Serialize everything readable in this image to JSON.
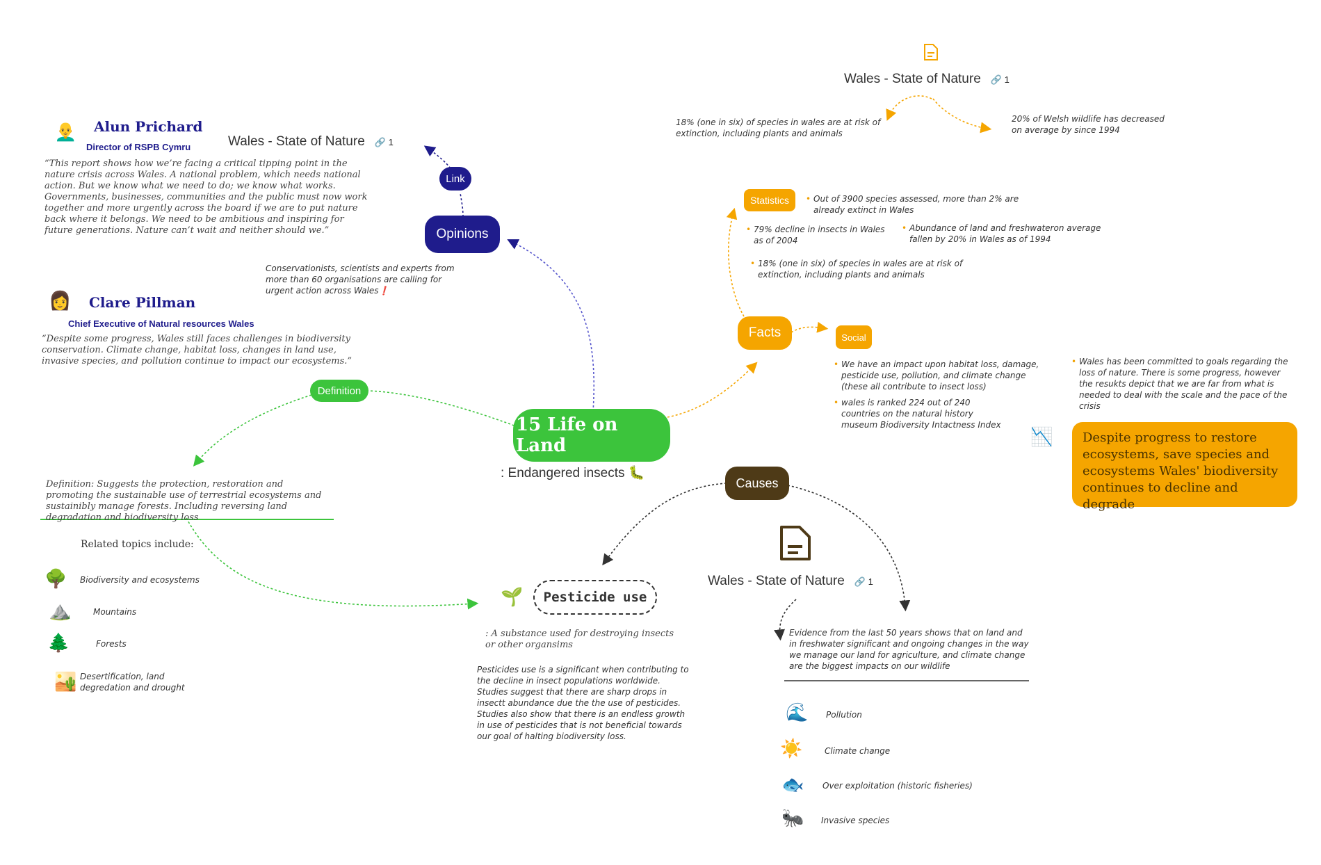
{
  "center": {
    "title": "15 Life on Land",
    "subtitle": ": Endangered insects 🐛"
  },
  "opinions": {
    "label": "Opinions",
    "link_label": "Link",
    "link_doc": {
      "title": "Wales - State of Nature",
      "link_count": "🔗 1"
    },
    "note": "Conservationists, scientists and experts from more than 60 organisations are calling for urgent action across Wales❗",
    "people": [
      {
        "icon": "👨‍🦲",
        "name": "Alun Prichard",
        "role": "Director of RSPB Cymru",
        "quote": "“This report shows how we’re facing a critical tipping point in the nature crisis across Wales. A national problem, which needs national action. But we know what we need to do; we know what works. Governments, businesses, communities and the public must now work together and more urgently across the board if we are to put nature back where it belongs. We need to be ambitious and inspiring for future generations. Nature can’t wait and neither should we.”"
      },
      {
        "icon": "👩",
        "name": "Clare Pillman",
        "role": "Chief Executive of Natural resources Wales",
        "quote": "“Despite some progress, Wales still faces challenges in biodiversity conservation. Climate change, habitat loss, changes in land use, invasive species, and pollution continue to impact our ecosystems.”"
      }
    ]
  },
  "definition": {
    "label": "Definition",
    "text": "Definition: Suggests the protection, restoration and promoting the sustainable use of terrestrial ecosystems and sustainibly manage forests. Including reversing land degradation and biodiversity loss",
    "related_title": "Related topics include:",
    "related": [
      {
        "icon": "🌳",
        "text": "Biodiversity and ecosystems"
      },
      {
        "icon": "⛰️",
        "text": "Mountains"
      },
      {
        "icon": "🌲",
        "text": "Forests"
      },
      {
        "icon": "🏜️",
        "text": "Desertification, land degredation and drought"
      }
    ]
  },
  "facts": {
    "label": "Facts",
    "doc": {
      "title": "Wales - State of Nature",
      "link_count": "🔗 1"
    },
    "doc_left": "18% (one in six) of species in wales are at risk of extinction, including plants and animals",
    "doc_right": "20% of Welsh wildlife has decreased on average by since 1994",
    "statistics_label": "Statistics",
    "statistics": [
      "Out of 3900 species assessed, more than 2% are already extinct in Wales",
      "79% decline in insects in Wales as of 2004",
      "Abundance of land and freshwateron average fallen by 20% in Wales as of 1994",
      "18% (one in six) of species in wales are at risk of extinction, including plants and animals"
    ],
    "social_label": "Social",
    "social": [
      "We have an impact upon habitat loss, damage, pesticide use, pollution, and climate change (these all contribute to insect loss)",
      "wales is ranked 224 out of 240 countries on the natural history museum Biodiversity Intactness Index"
    ],
    "commitment": "Wales has been committed to goals regarding the loss of nature. There is some progress, however the resukts depict that we are far from what is needed to deal with the scale and the pace of the crisis",
    "chart_icon": "📉",
    "conclusion": "Despite progress to restore ecosystems, save species and ecosystems Wales' biodiversity continues to decline and degrade"
  },
  "causes": {
    "label": "Causes",
    "pesticide": {
      "icon": "🌱",
      "label": "Pesticide use",
      "definition": ": A substance used for destroying insects or other organsims",
      "text": "Pesticides use is a significant when contributing to the decline in insect populations worldwide. Studies suggest that there are sharp drops in insectt abundance due the the use of pesticides. Studies also show that there is an endless growth in use of pesticides that is not beneficial towards our goal of halting biodiversity loss."
    },
    "doc": {
      "title": "Wales - State of Nature",
      "link_count": "🔗 1"
    },
    "evidence": "Evidence from the last 50 years shows that on land and in freshwater significant and ongoing changes in the way we manage our land for agriculture, and climate change are the biggest impacts on our wildlife",
    "list": [
      {
        "icon": "🌊",
        "text": "Pollution"
      },
      {
        "icon": "☀️",
        "text": "Climate change"
      },
      {
        "icon": "🐟",
        "text": "Over exploitation (historic fisheries)"
      },
      {
        "icon": "🐜",
        "text": "Invasive species"
      }
    ]
  },
  "colors": {
    "green": "#3cc43c",
    "navy": "#1f1c8c",
    "orange": "#f5a500",
    "brown": "#4e3a17"
  }
}
